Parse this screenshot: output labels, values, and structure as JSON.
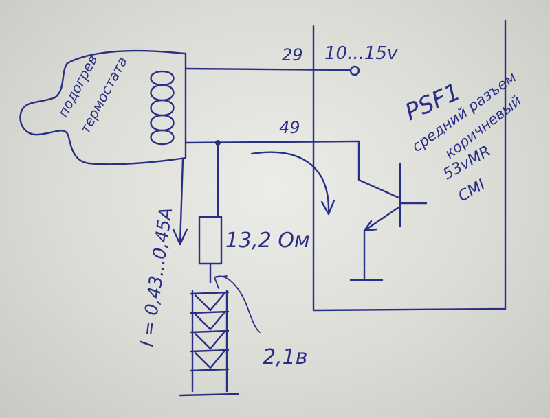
{
  "labels": {
    "pin29": "29",
    "voltage": "10...15v",
    "pin49": "49",
    "heater_line1": "подогрев",
    "heater_line2": "термостата",
    "psf1": "PSF1",
    "conn_line1": "средний разъем",
    "conn_line2": "коричневый",
    "conn_line3": "53vMR",
    "conn_line4": "CMI",
    "resistor": "13,2 Ом",
    "current": "I = 0,43...0,45А",
    "diode_voltage": "2,1в"
  },
  "colors": {
    "ink": "#2a2f86",
    "paper": "#e6e6e1"
  }
}
